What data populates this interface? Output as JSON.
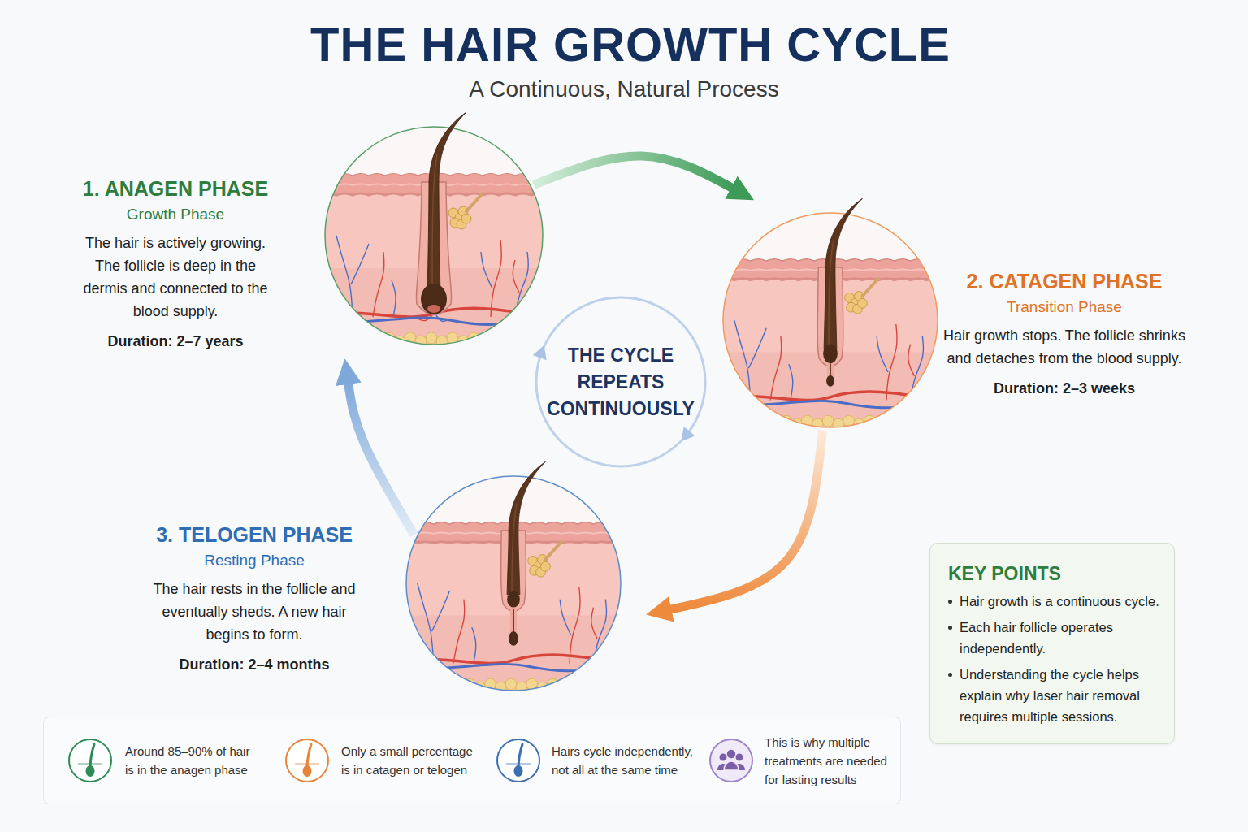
{
  "diagram": {
    "title": "THE HAIR GROWTH CYCLE",
    "nodes": [
      {
        "text": [
          "1. ANAGEN PHASE",
          "Growth Phase",
          "The hair is actively growing. The follicle is deep in the dermis and connected to the blood supply.",
          "Duration: 2–7 years"
        ]
      },
      {
        "text": [
          "2. CATAGEN PHASE",
          "Transition Phase",
          "Hair growth stops. The follicle shrinks and detaches from the blood supply.",
          "Duration: 2–3 weeks"
        ]
      },
      {
        "text": [
          "THE CYCLE REPEATS CONTINUOUSLY"
        ]
      },
      {
        "text": [
          "3. TELOGEN PHASE",
          "Resting Phase",
          "The hair rests in the follicle and eventually sheds. A new hair begins to form.",
          "Duration: 2–4 months"
        ]
      },
      {
        "text": [
          "KEY POINTS",
          "Hair growth is a continuous cycle.",
          "Each hair follicle operates independently.",
          "Understanding the cycle helps explain why laser hair removal requires multiple sessions."
        ]
      },
      {
        "text": [
          "Around 85–90% of hair is in the anagen phase",
          "Only a small percentage is in catagen or telogen",
          "Hairs cycle independently, not all at the same time",
          "This is why multiple treatments are needed for lasting results"
        ]
      }
    ],
    "edges": [
      {
        "from": 0,
        "to": 1,
        "arrow": "to"
      },
      {
        "from": 1,
        "to": 3,
        "arrow": "to"
      },
      {
        "from": 3,
        "to": 0,
        "arrow": "to"
      }
    ],
    "labels": [
      "A Continuous, Natural Process"
    ]
  }
}
